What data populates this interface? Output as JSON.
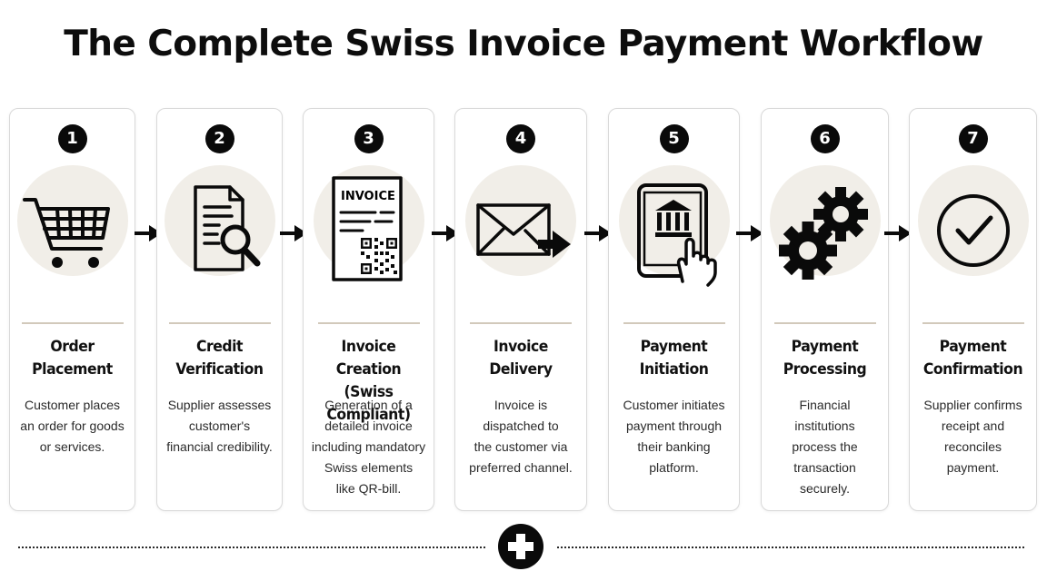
{
  "title": "The Complete Swiss Invoice Payment Workflow",
  "steps": [
    {
      "number": "1",
      "icon": "shopping-cart-icon",
      "title": "Order\nPlacement",
      "description": "Customer places\nan order for goods\nor services."
    },
    {
      "number": "2",
      "icon": "document-magnifier-icon",
      "title": "Credit\nVerification",
      "description": "Supplier assesses\ncustomer's\nfinancial credibility."
    },
    {
      "number": "3",
      "icon": "invoice-qr-icon",
      "icon_label": "INVOICE",
      "title": "Invoice Creation\n(Swiss Compliant)",
      "description": "Generation of a\ndetailed invoice\nincluding mandatory\nSwiss elements\nlike QR-bill."
    },
    {
      "number": "4",
      "icon": "envelope-send-icon",
      "title": "Invoice\nDelivery",
      "description": "Invoice is\ndispatched to\nthe customer via\npreferred channel."
    },
    {
      "number": "5",
      "icon": "tablet-bank-icon",
      "title": "Payment\nInitiation",
      "description": "Customer initiates\npayment through\ntheir banking\nplatform."
    },
    {
      "number": "6",
      "icon": "gears-icon",
      "title": "Payment\nProcessing",
      "description": "Financial\ninstitutions\nprocess the\ntransaction\nsecurely."
    },
    {
      "number": "7",
      "icon": "checkmark-circle-icon",
      "title": "Payment\nConfirmation",
      "description": "Supplier confirms\nreceipt and\nreconciles\npayment."
    }
  ],
  "footer_icon": "plus-icon",
  "colors": {
    "ink": "#0a0a0a",
    "icon_bg": "#f1eee8",
    "divider": "#d2c9bb",
    "card_border": "#d9d9d9"
  }
}
